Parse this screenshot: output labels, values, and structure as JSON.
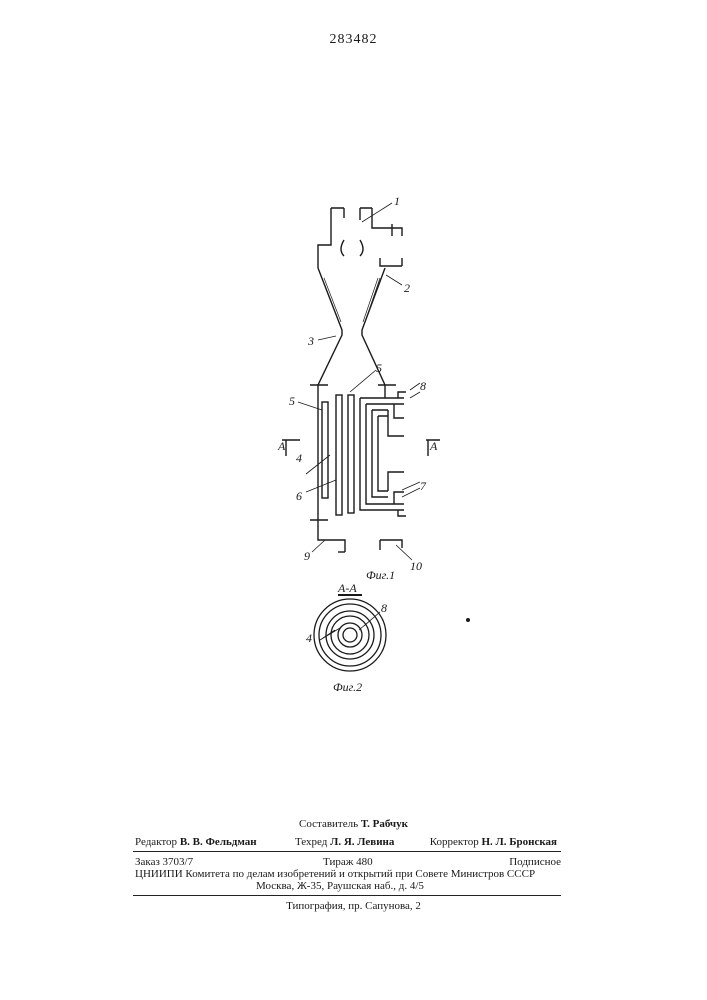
{
  "header": {
    "patent_number": "283482"
  },
  "figure1": {
    "caption": "Фиг.1",
    "section_mark": "A",
    "labels": [
      "1",
      "2",
      "3",
      "4",
      "5",
      "5",
      "6",
      "7",
      "8",
      "9",
      "10"
    ]
  },
  "figure2": {
    "caption": "Фиг.2",
    "section_title": "А-А",
    "labels": [
      "4",
      "8"
    ]
  },
  "credits": {
    "compiler_prefix": "Составитель",
    "compiler_name": "Т. Рабчук",
    "editor_prefix": "Редактор",
    "editor_name": "В. В. Фельдман",
    "techred_prefix": "Техред",
    "techred_name": "Л. Я. Левина",
    "corrector_prefix": "Корректор",
    "corrector_name": "Н. Л. Бронская"
  },
  "imprint": {
    "order": "Заказ 3703/7",
    "circulation": "Тираж 480",
    "subscription": "Подписное",
    "organization": "ЦНИИПИ Комитета по делам изобретений и открытий при Совете Министров СССР",
    "address": "Москва, Ж-35, Раушская наб., д. 4/5",
    "printer": "Типография, пр. Сапунова, 2"
  }
}
